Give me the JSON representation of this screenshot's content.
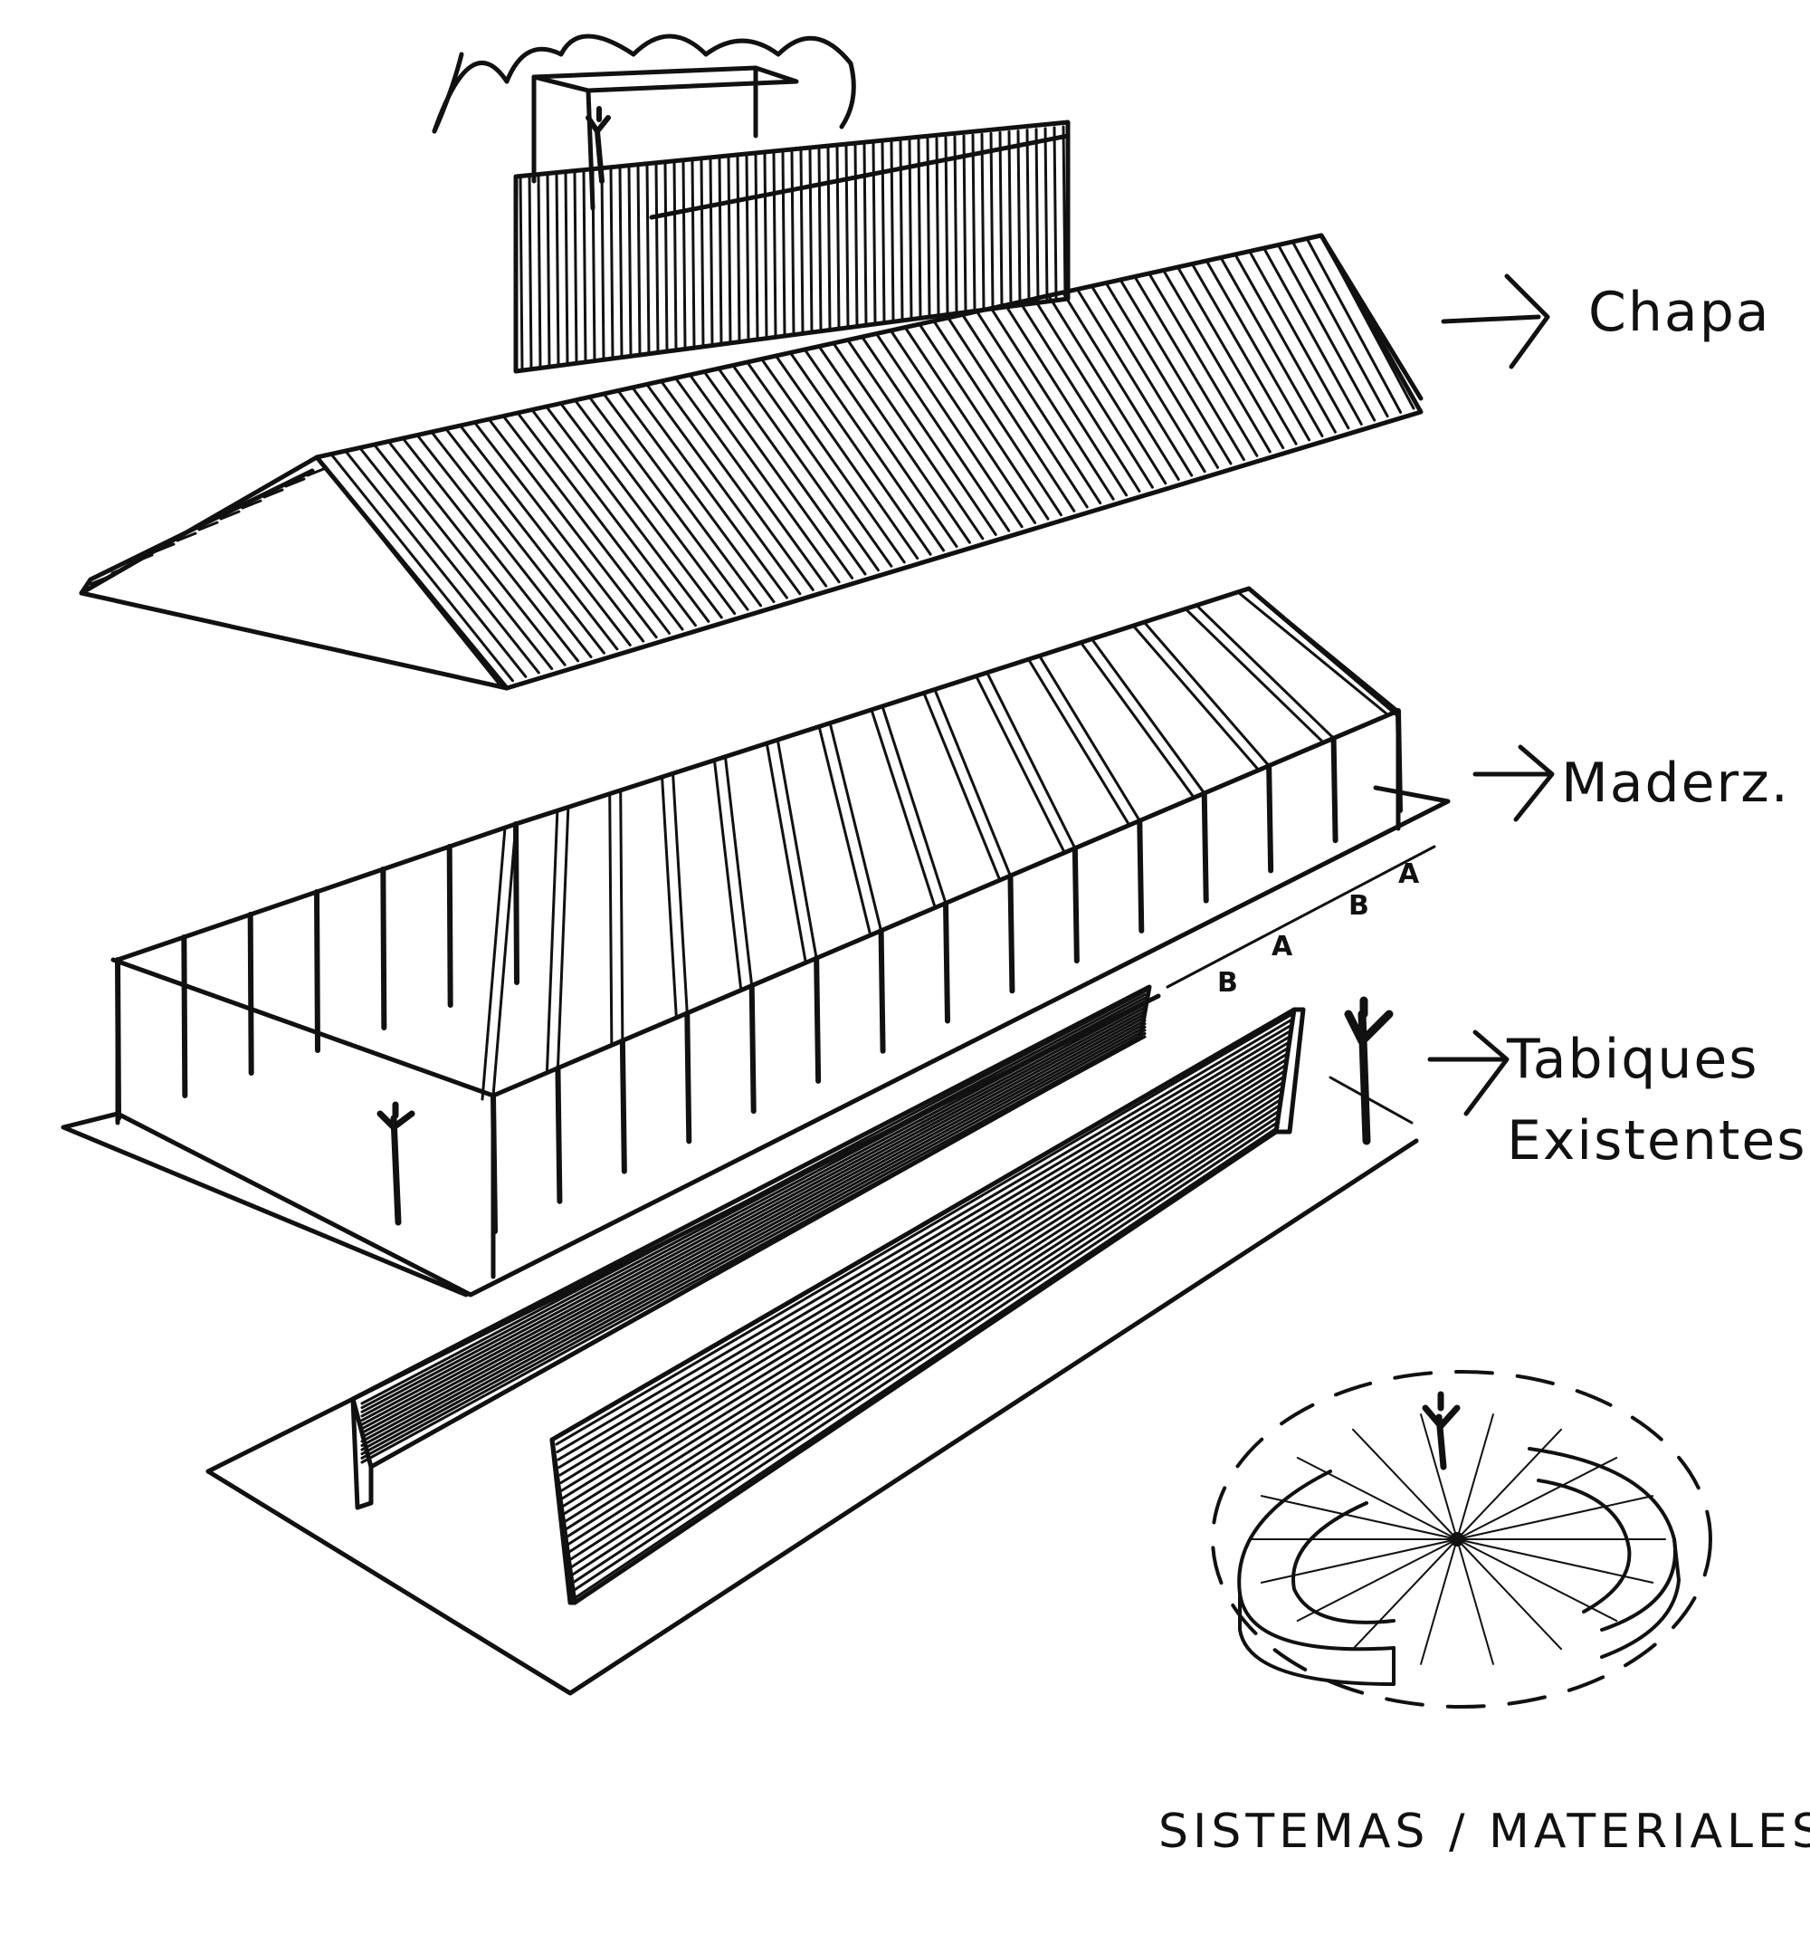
{
  "labels": {
    "chapa": "Chapa",
    "madera": "Maderz.",
    "tabiques_line1": "Tabiques",
    "tabiques_line2": "Existentes",
    "title": "SISTEMAS / MATERIALES"
  },
  "module_marks": [
    "A",
    "B",
    "A",
    "B"
  ],
  "colors": {
    "ink": "#111111",
    "paper": "#ffffff"
  }
}
